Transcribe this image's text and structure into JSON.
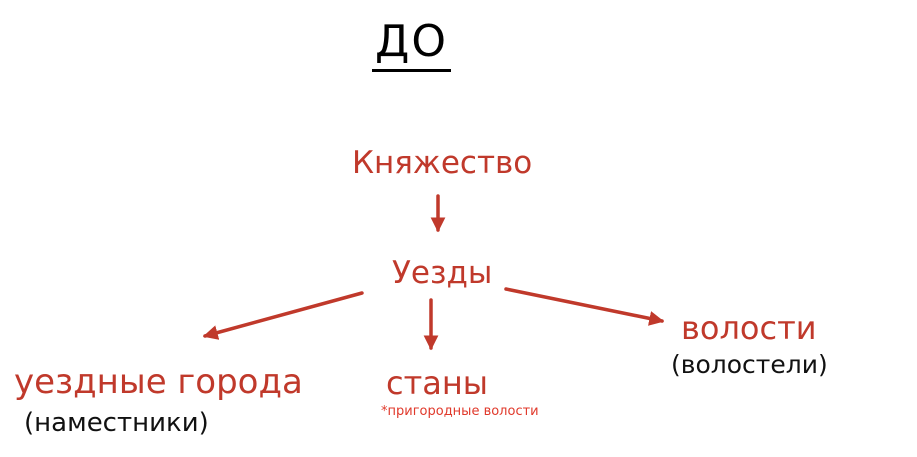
{
  "title": "ДО",
  "nodes": {
    "knyazhestvo": {
      "label": "Княжество"
    },
    "uezdy": {
      "label": "Уезды"
    },
    "uezdnye_goroda": {
      "label": "уездные города",
      "sublabel": "(наместники)"
    },
    "stany": {
      "label": "станы",
      "note": "*пригородные волости"
    },
    "volosti": {
      "label": "волости",
      "sublabel": "(волостели)"
    }
  },
  "colors": {
    "red": "#c0392b",
    "note_red": "#e0392b",
    "black": "#111111",
    "background": "#ffffff"
  }
}
